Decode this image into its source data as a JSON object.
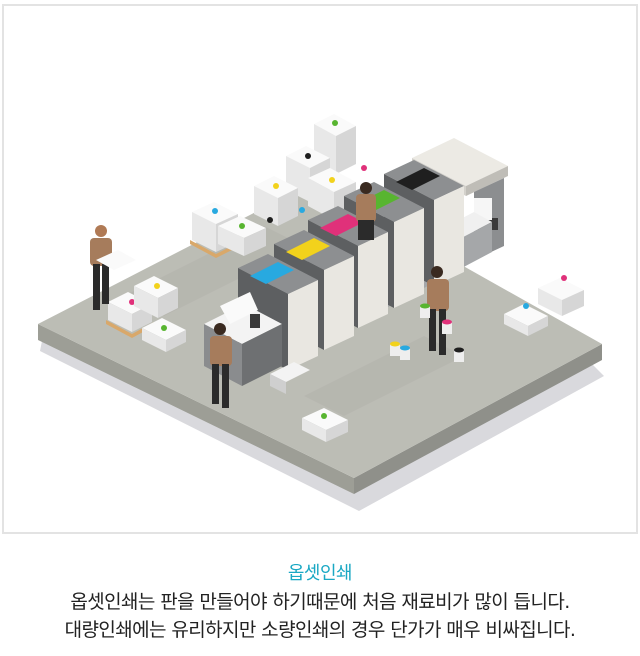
{
  "figure": {
    "alt": "Isometric illustration of an offset printing press room with workers, paper stacks and ink buckets",
    "colors": {
      "frame_border": "#e3e3e3",
      "floor_top": "#b9bab2",
      "floor_side": "#9c9d95",
      "shadow": "#d8d8dc",
      "machine_dark": "#5d5f61",
      "machine_light": "#e9e7e1",
      "ink_cyan": "#28a9e0",
      "ink_yellow": "#f2d21c",
      "ink_magenta": "#e0317a",
      "ink_green": "#58b530",
      "ink_black": "#1f1f1f",
      "worker_shirt": "#a67c5c",
      "worker_pants": "#2b2b2b",
      "pallet": "#d9a86a",
      "paper": "#f4f4f4"
    }
  },
  "caption": {
    "title": "옵셋인쇄",
    "lines": [
      "옵셋인쇄는 판을 만들어야 하기때문에 처음 재료비가 많이 듭니다.",
      "대량인쇄에는 유리하지만 소량인쇄의 경우 단가가 매우 비싸집니다."
    ],
    "title_color": "#1aa8c4",
    "text_color": "#222222"
  }
}
